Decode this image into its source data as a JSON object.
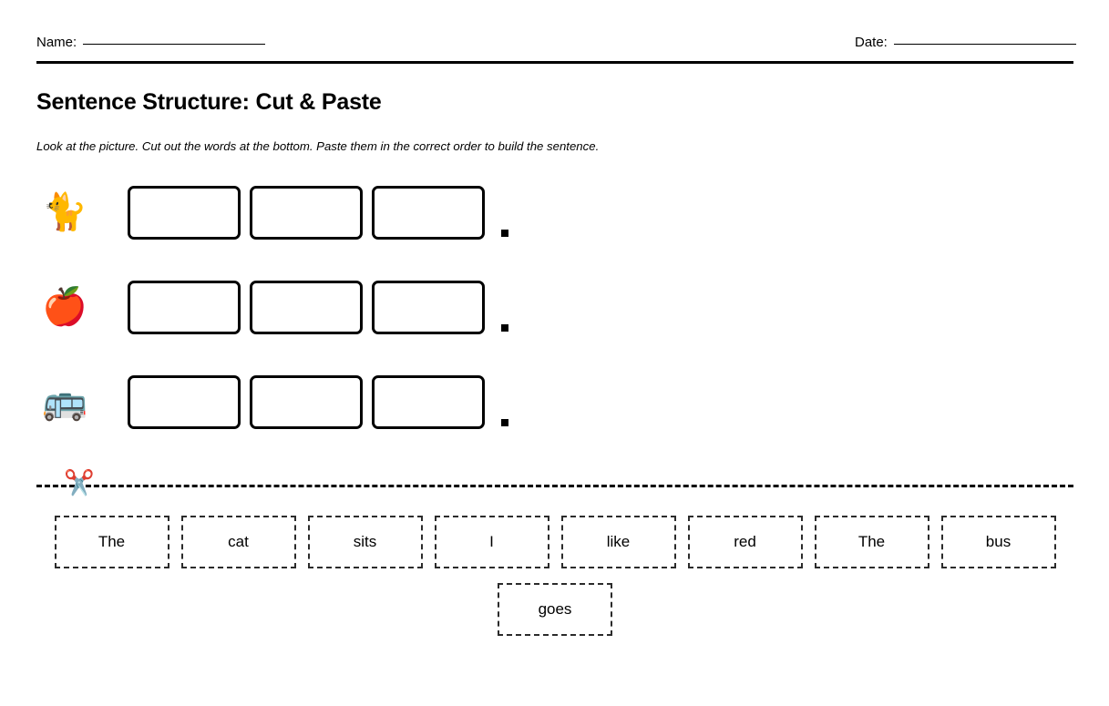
{
  "header": {
    "name_label": "Name:",
    "date_label": "Date:"
  },
  "title": "Sentence Structure: Cut & Paste",
  "instructions": "Look at the picture. Cut out the words at the bottom. Paste them in the correct order to build the sentence.",
  "sentence_rows": [
    {
      "picture": "🐈",
      "picture_name": "cat-emoji",
      "blanks": 3,
      "end_punctuation": "."
    },
    {
      "picture": "🍎",
      "picture_name": "apple-emoji",
      "blanks": 3,
      "end_punctuation": "."
    },
    {
      "picture": "🚌",
      "picture_name": "bus-emoji",
      "blanks": 3,
      "end_punctuation": "."
    }
  ],
  "cut_line": {
    "scissors": "✂️"
  },
  "word_bank": {
    "rows": [
      [
        "The",
        "cat",
        "sits",
        "I",
        "like",
        "red",
        "The",
        "bus"
      ],
      [
        "goes"
      ]
    ]
  },
  "colors": {
    "ink": "#000000",
    "page": "#ffffff",
    "card_border": "#2b2b2b"
  }
}
